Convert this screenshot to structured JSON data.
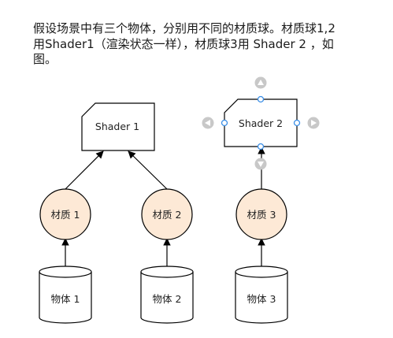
{
  "description": {
    "lines": [
      "假设场景中有三个物体，分别用不同的材质球。材质球1,2",
      "用Shader1（渲染状态一样），材质球3用 Shader 2 ，如",
      "图。"
    ]
  },
  "diagram": {
    "shaders": [
      {
        "label": "Shader 1"
      },
      {
        "label": "Shader 2"
      }
    ],
    "materials": [
      {
        "label": "材质 1"
      },
      {
        "label": "材质 2"
      },
      {
        "label": "材质 3"
      }
    ],
    "objects": [
      {
        "label": "物体 1"
      },
      {
        "label": "物体 2"
      },
      {
        "label": "物体 3"
      }
    ]
  },
  "colors": {
    "material_fill": "#fde9d6",
    "stroke": "#000000",
    "selection_handle": "#3a8ee6",
    "nav_arrow": "#c8c8c8"
  }
}
